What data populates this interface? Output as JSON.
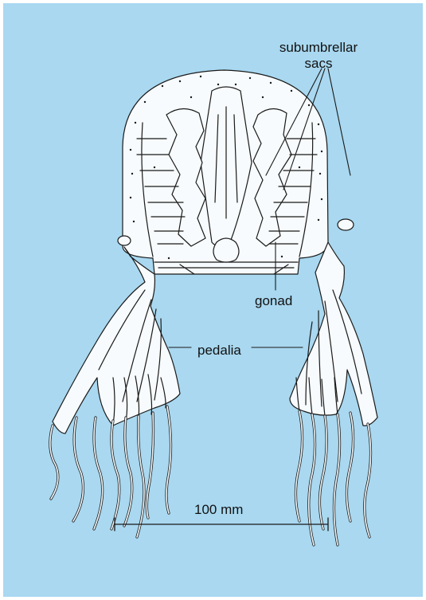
{
  "colors": {
    "background": "#a9d8f0",
    "body_fill": "#f7fbfd",
    "ink": "#1a1a1a"
  },
  "labels": {
    "subumbrellar_line1": "subumbrellar",
    "subumbrellar_line2": "sacs",
    "gonad": "gonad",
    "pedalia": "pedalia",
    "scale_bar": "100 mm"
  }
}
